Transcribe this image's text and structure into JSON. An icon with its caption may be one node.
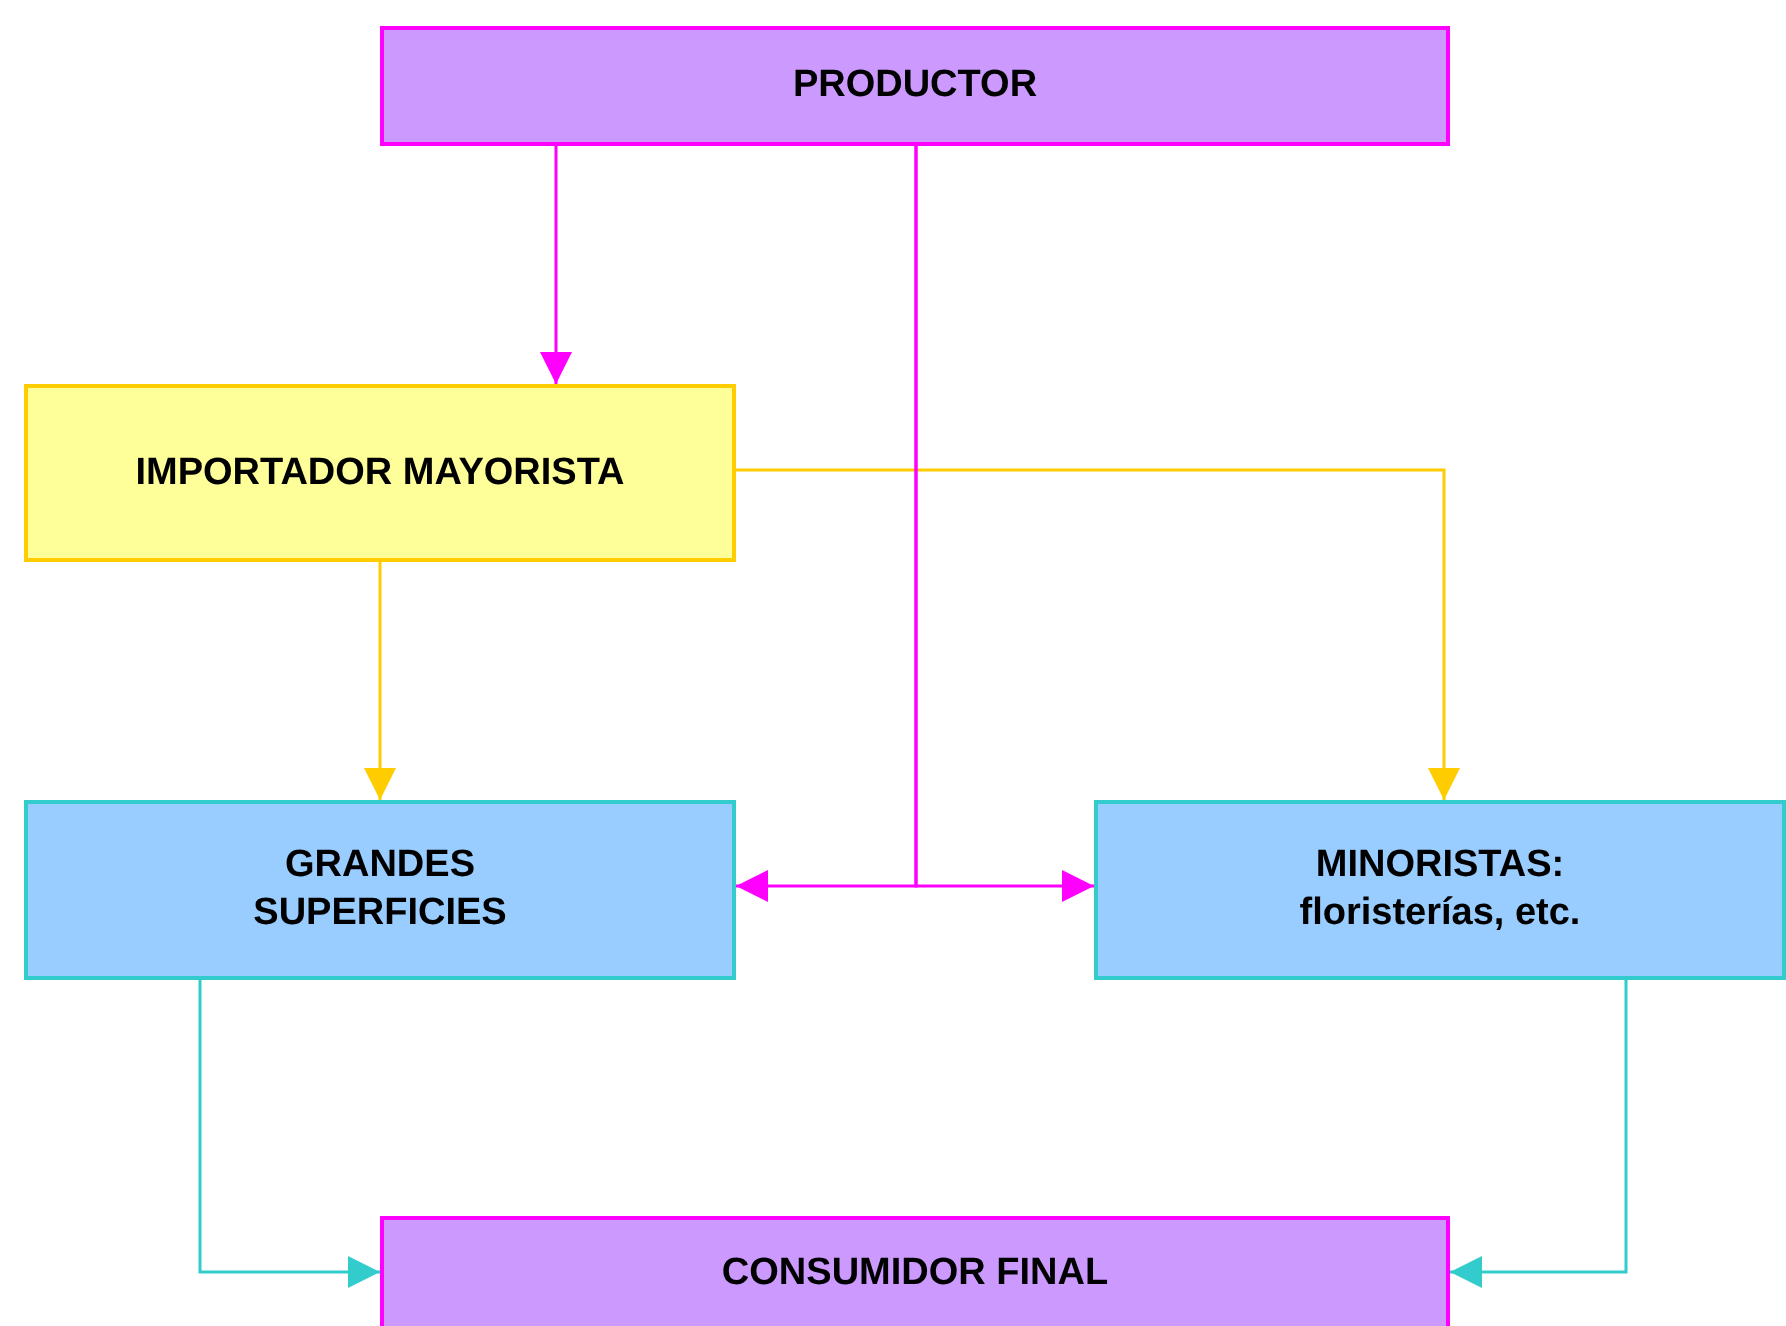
{
  "diagram": {
    "nodes": [
      {
        "text": [
          "PRODUCTOR"
        ]
      },
      {
        "text": [
          "IMPORTADOR MAYORISTA"
        ]
      },
      {
        "text": [
          "GRANDES SUPERFICIES"
        ]
      },
      {
        "text": [
          "MINORISTAS:",
          "floristerías, etc."
        ]
      },
      {
        "text": [
          "CONSUMIDOR FINAL"
        ]
      }
    ],
    "edges": [
      {
        "from": 0,
        "to": 1,
        "arrow": "to",
        "color": "#ff00ff"
      },
      {
        "from": 1,
        "to": 3,
        "arrow": "to",
        "color": "#ffcc00"
      },
      {
        "from": 1,
        "to": 2,
        "arrow": "to",
        "color": "#ffcc00"
      },
      {
        "from": 0,
        "to": 2,
        "arrow": "to",
        "color": "#ff00ff"
      },
      {
        "from": 0,
        "to": 3,
        "arrow": "to",
        "color": "#ff00ff"
      },
      {
        "from": 2,
        "to": 4,
        "arrow": "to",
        "color": "#33cccc"
      },
      {
        "from": 3,
        "to": 4,
        "arrow": "to",
        "color": "#33cccc"
      }
    ]
  }
}
